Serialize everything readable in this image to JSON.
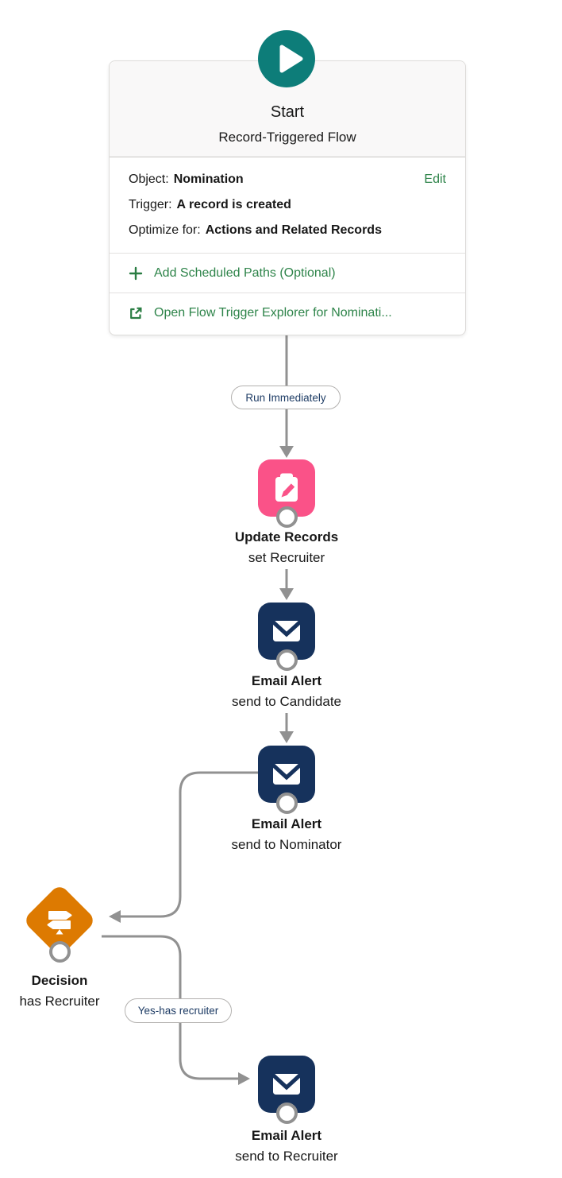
{
  "app": "flow-builder-canvas",
  "colors": {
    "start_teal": "#0d7d79",
    "update_records_pink": "#fa5288",
    "email_alert_navy": "#16325c",
    "decision_orange": "#dd7a01",
    "connector_gray": "#919191",
    "link_green": "#2e844a",
    "text": "#181818",
    "pill_text": "#1e3c65"
  },
  "start": {
    "title": "Start",
    "subtitle": "Record-Triggered Flow",
    "object_label": "Object:",
    "object_value": "Nomination",
    "trigger_label": "Trigger:",
    "trigger_value": "A record is created",
    "optimize_label": "Optimize for:",
    "optimize_value": "Actions and Related Records",
    "edit_label": "Edit",
    "add_scheduled_paths_label": "Add Scheduled Paths (Optional)",
    "open_explorer_label": "Open Flow Trigger Explorer for Nominati...",
    "icons": [
      "play-icon",
      "plus-icon",
      "external-link-icon"
    ]
  },
  "connector_labels": {
    "run_immediately": "Run Immediately",
    "yes_has_recruiter": "Yes-has recruiter"
  },
  "nodes": [
    {
      "title": "Update Records",
      "subtitle": "set Recruiter",
      "icon": "update-records-clipboard-pencil-icon",
      "color": "#fa5288"
    },
    {
      "title": "Email Alert",
      "subtitle": "send to Candidate",
      "icon": "email-envelope-icon",
      "color": "#16325c"
    },
    {
      "title": "Email Alert",
      "subtitle": "send to Nominator",
      "icon": "email-envelope-icon",
      "color": "#16325c"
    },
    {
      "title": "Decision",
      "subtitle": "has Recruiter",
      "icon": "decision-signpost-icon",
      "color": "#dd7a01"
    },
    {
      "title": "Email Alert",
      "subtitle": "send to Recruiter",
      "icon": "email-envelope-icon",
      "color": "#16325c"
    }
  ]
}
